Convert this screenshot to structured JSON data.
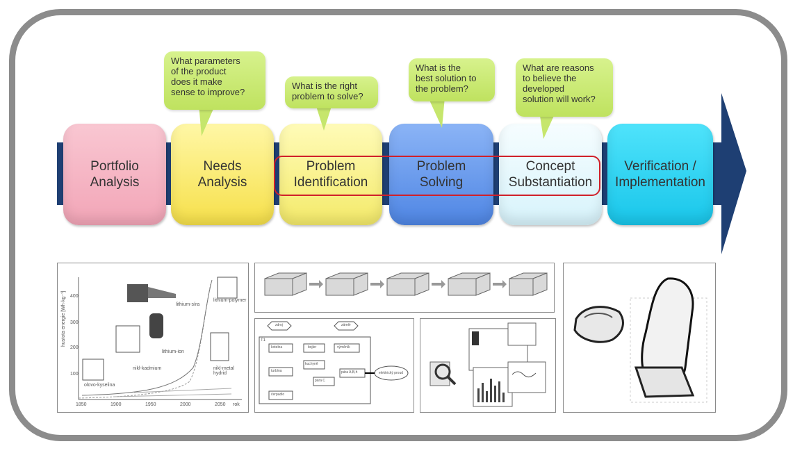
{
  "steps": [
    {
      "label": "Portfolio\nAnalysis"
    },
    {
      "label": "Needs\nAnalysis"
    },
    {
      "label": "Problem\nIdentification"
    },
    {
      "label": "Problem\nSolving"
    },
    {
      "label": "Concept\nSubstantiation"
    },
    {
      "label": "Verification /\nImplementation"
    }
  ],
  "bubbles": [
    {
      "text": "What parameters\nof the product\ndoes it make\nsense to improve?"
    },
    {
      "text": "What is the right\nproblem to solve?"
    },
    {
      "text": "What is the\nbest solution to\nthe problem?"
    },
    {
      "text": "What are reasons\nto believe the\ndeveloped\nsolution will work?"
    }
  ],
  "battery_chart": {
    "labels": [
      "lithium-síra",
      "lithium-polymer",
      "lithium-ion",
      "nikl-kadmium",
      "nikl-metal\nhydrid",
      "olovo-kyselina"
    ],
    "yticks": [
      "400",
      "300",
      "200",
      "100"
    ],
    "xticks": [
      "1850",
      "1900",
      "1950",
      "2000",
      "2050"
    ],
    "xunit": "rok",
    "ylabel": "hustota energie [Wh·kg⁻¹]"
  },
  "flow_diagram": {
    "top_nodes": [
      "zdroj",
      "záměr"
    ],
    "boxes": [
      "kotelna",
      "bojler",
      "výměník",
      "turbína",
      "pára C",
      "pára A,B,h",
      "kuchyně",
      "čerpadlo"
    ],
    "output": "elektrický proud",
    "section": "T1"
  }
}
